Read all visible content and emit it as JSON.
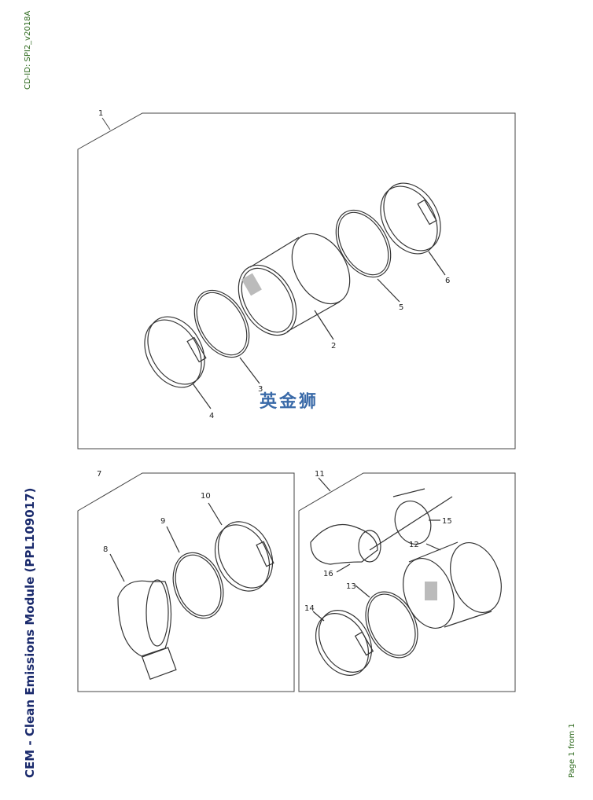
{
  "header": {
    "cd_id": "CD-ID: SPI2_v2018A"
  },
  "title": "CEM - Clean Emissions Module (PPL109017)",
  "page": "Page 1 from 1",
  "watermark": "英金狮",
  "callouts": {
    "c1": "1",
    "c2": "2",
    "c3": "3",
    "c4": "4",
    "c5": "5",
    "c6": "6",
    "c7": "7",
    "c8": "8",
    "c9": "9",
    "c10": "10",
    "c11": "11",
    "c12": "12",
    "c13": "13",
    "c14": "14",
    "c15": "15",
    "c16": "16"
  }
}
